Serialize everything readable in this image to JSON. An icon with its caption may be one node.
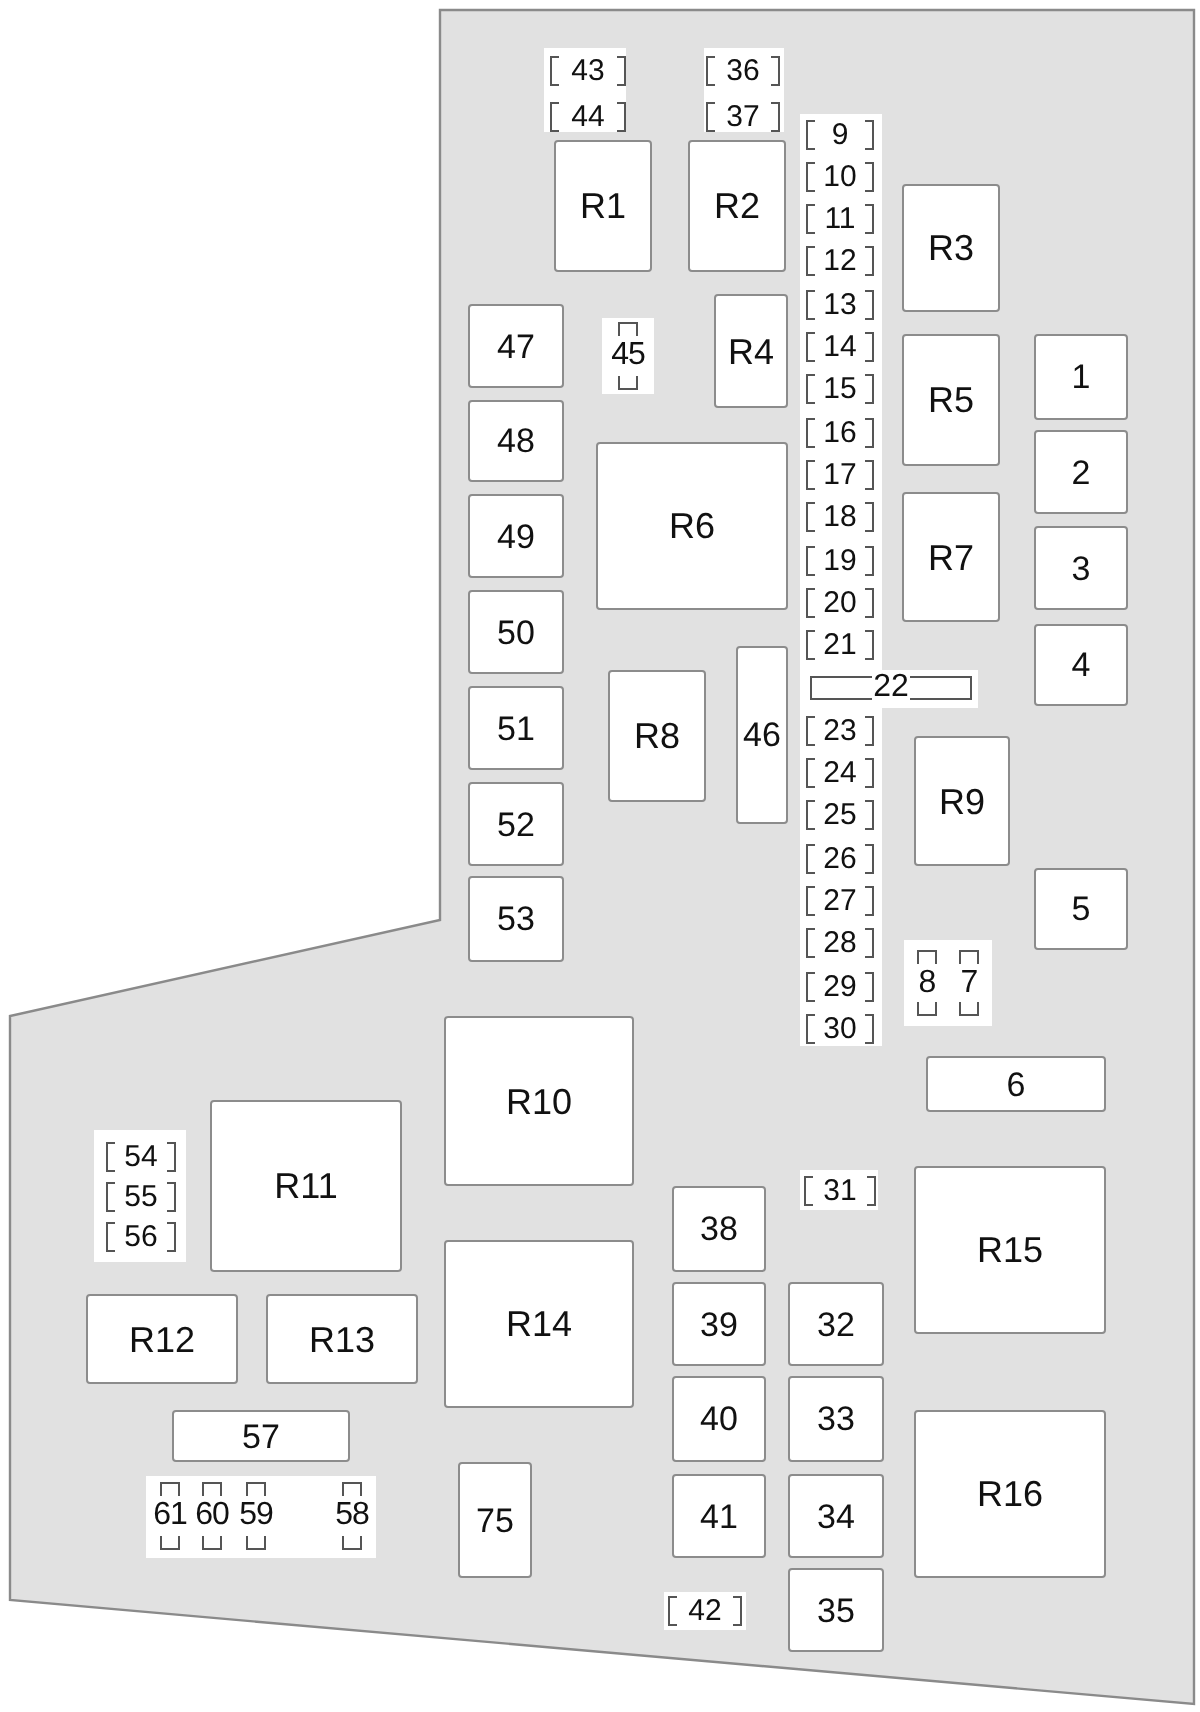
{
  "diagram": {
    "nodes": [
      {
        "text": [
          "43"
        ]
      },
      {
        "text": [
          "44"
        ]
      },
      {
        "text": [
          "36"
        ]
      },
      {
        "text": [
          "37"
        ]
      },
      {
        "text": [
          "R1"
        ]
      },
      {
        "text": [
          "R2"
        ]
      },
      {
        "text": [
          "9"
        ]
      },
      {
        "text": [
          "10"
        ]
      },
      {
        "text": [
          "11"
        ]
      },
      {
        "text": [
          "12"
        ]
      },
      {
        "text": [
          "13"
        ]
      },
      {
        "text": [
          "14"
        ]
      },
      {
        "text": [
          "15"
        ]
      },
      {
        "text": [
          "16"
        ]
      },
      {
        "text": [
          "17"
        ]
      },
      {
        "text": [
          "18"
        ]
      },
      {
        "text": [
          "19"
        ]
      },
      {
        "text": [
          "20"
        ]
      },
      {
        "text": [
          "21"
        ]
      },
      {
        "text": [
          "22"
        ]
      },
      {
        "text": [
          "23"
        ]
      },
      {
        "text": [
          "24"
        ]
      },
      {
        "text": [
          "25"
        ]
      },
      {
        "text": [
          "26"
        ]
      },
      {
        "text": [
          "27"
        ]
      },
      {
        "text": [
          "28"
        ]
      },
      {
        "text": [
          "29"
        ]
      },
      {
        "text": [
          "30"
        ]
      },
      {
        "text": [
          "R3"
        ]
      },
      {
        "text": [
          "R4"
        ]
      },
      {
        "text": [
          "R5"
        ]
      },
      {
        "text": [
          "R7"
        ]
      },
      {
        "text": [
          "1"
        ]
      },
      {
        "text": [
          "2"
        ]
      },
      {
        "text": [
          "3"
        ]
      },
      {
        "text": [
          "4"
        ]
      },
      {
        "text": [
          "47"
        ]
      },
      {
        "text": [
          "48"
        ]
      },
      {
        "text": [
          "49"
        ]
      },
      {
        "text": [
          "50"
        ]
      },
      {
        "text": [
          "51"
        ]
      },
      {
        "text": [
          "52"
        ]
      },
      {
        "text": [
          "53"
        ]
      },
      {
        "text": [
          "45"
        ]
      },
      {
        "text": [
          "R6"
        ]
      },
      {
        "text": [
          "R8"
        ]
      },
      {
        "text": [
          "46"
        ]
      },
      {
        "text": [
          "R9"
        ]
      },
      {
        "text": [
          "5"
        ]
      },
      {
        "text": [
          "8"
        ]
      },
      {
        "text": [
          "7"
        ]
      },
      {
        "text": [
          "6"
        ]
      },
      {
        "text": [
          "R10"
        ]
      },
      {
        "text": [
          "54"
        ]
      },
      {
        "text": [
          "55"
        ]
      },
      {
        "text": [
          "56"
        ]
      },
      {
        "text": [
          "R11"
        ]
      },
      {
        "text": [
          "R12"
        ]
      },
      {
        "text": [
          "R13"
        ]
      },
      {
        "text": [
          "R14"
        ]
      },
      {
        "text": [
          "57"
        ]
      },
      {
        "text": [
          "61"
        ]
      },
      {
        "text": [
          "60"
        ]
      },
      {
        "text": [
          "59"
        ]
      },
      {
        "text": [
          "58"
        ]
      },
      {
        "text": [
          "75"
        ]
      },
      {
        "text": [
          "31"
        ]
      },
      {
        "text": [
          "38"
        ]
      },
      {
        "text": [
          "39"
        ]
      },
      {
        "text": [
          "40"
        ]
      },
      {
        "text": [
          "41"
        ]
      },
      {
        "text": [
          "32"
        ]
      },
      {
        "text": [
          "33"
        ]
      },
      {
        "text": [
          "34"
        ]
      },
      {
        "text": [
          "35"
        ]
      },
      {
        "text": [
          "42"
        ]
      },
      {
        "text": [
          "R15"
        ]
      },
      {
        "text": [
          "R16"
        ]
      }
    ]
  }
}
